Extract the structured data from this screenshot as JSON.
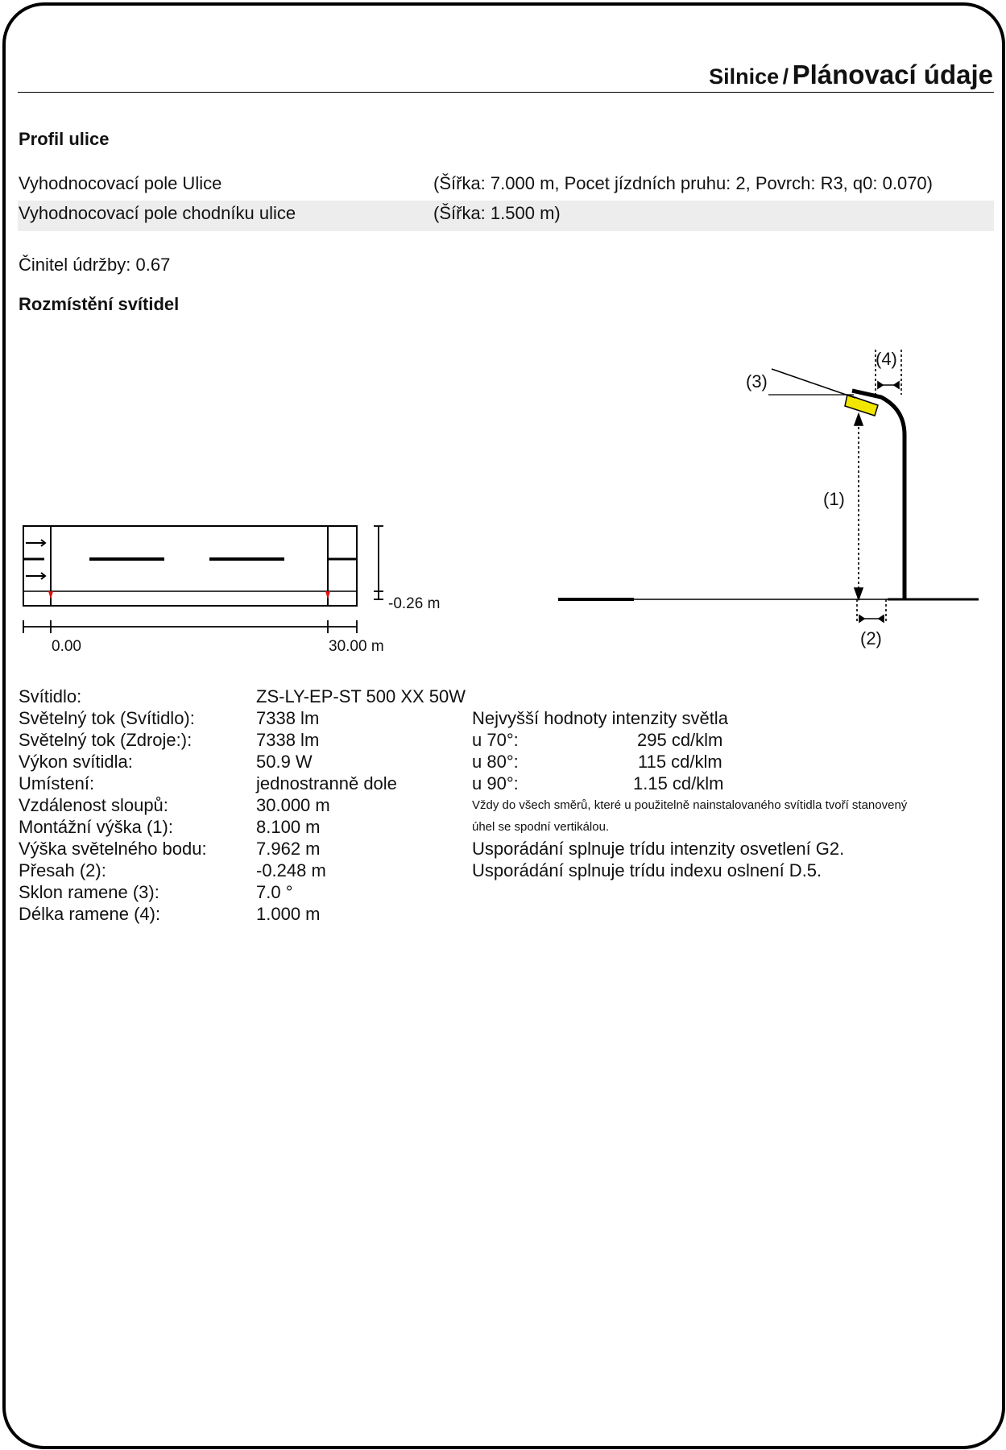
{
  "header": {
    "category": "Silnice",
    "separator": "/",
    "title": "Plánovací údaje"
  },
  "profile": {
    "heading": "Profil ulice",
    "rows": [
      {
        "label": "Vyhodnocovací pole Ulice",
        "value": "(Šířka: 7.000 m, Pocet jízdních pruhu: 2, Povrch: R3, q0: 0.070)"
      },
      {
        "label": "Vyhodnocovací pole chodníku ulice",
        "value": "(Šířka: 1.500 m)"
      }
    ]
  },
  "maintenance": "Činitel údržby: 0.67",
  "layout_heading": "Rozmístění svítidel",
  "plan": {
    "offset_label": "-0.26 m",
    "start_label": "0.00",
    "end_label": "30.00 m"
  },
  "side_view": {
    "label_1": "(1)",
    "label_2": "(2)",
    "label_3": "(3)",
    "label_4": "(4)"
  },
  "luminaire": {
    "label": "Svítidlo:",
    "value": "ZS-LY-EP-ST 500 XX 50W",
    "params": [
      {
        "label": "Světelný tok (Svítidlo):",
        "value": "7338 lm"
      },
      {
        "label": "Světelný tok (Zdroje:):",
        "value": "7338 lm"
      },
      {
        "label": "Výkon svítidla:",
        "value": "50.9 W"
      },
      {
        "label": "Umístení:",
        "value": "jednostranně dole"
      },
      {
        "label": "Vzdálenost sloupů:",
        "value": "30.000 m"
      },
      {
        "label": "Montážní výška (1):",
        "value": "8.100 m"
      },
      {
        "label": "Výška světelného bodu:",
        "value": "7.962 m"
      },
      {
        "label": "Přesah (2):",
        "value": "-0.248 m"
      },
      {
        "label": "Sklon ramene (3):",
        "value": "7.0 °"
      },
      {
        "label": "Délka ramene (4):",
        "value": "1.000 m"
      }
    ]
  },
  "intensity": {
    "heading": "Nejvyšší hodnoty intenzity světla",
    "rows": [
      {
        "angle": "u 70°:",
        "value": "295 cd/klm"
      },
      {
        "angle": "u 80°:",
        "value": "115 cd/klm"
      },
      {
        "angle": "u 90°:",
        "value": "1.15 cd/klm"
      }
    ],
    "note_line1": "Vždy do všech směrů, které u použitelně nainstalovaného svítidla tvoří stanovený",
    "note_line2": "úhel se spodní vertikálou.",
    "compliance1": "Usporádání splnuje trídu intenzity osvetlení G2.",
    "compliance2": "Usporádání splnuje trídu indexu oslnení D.5."
  }
}
